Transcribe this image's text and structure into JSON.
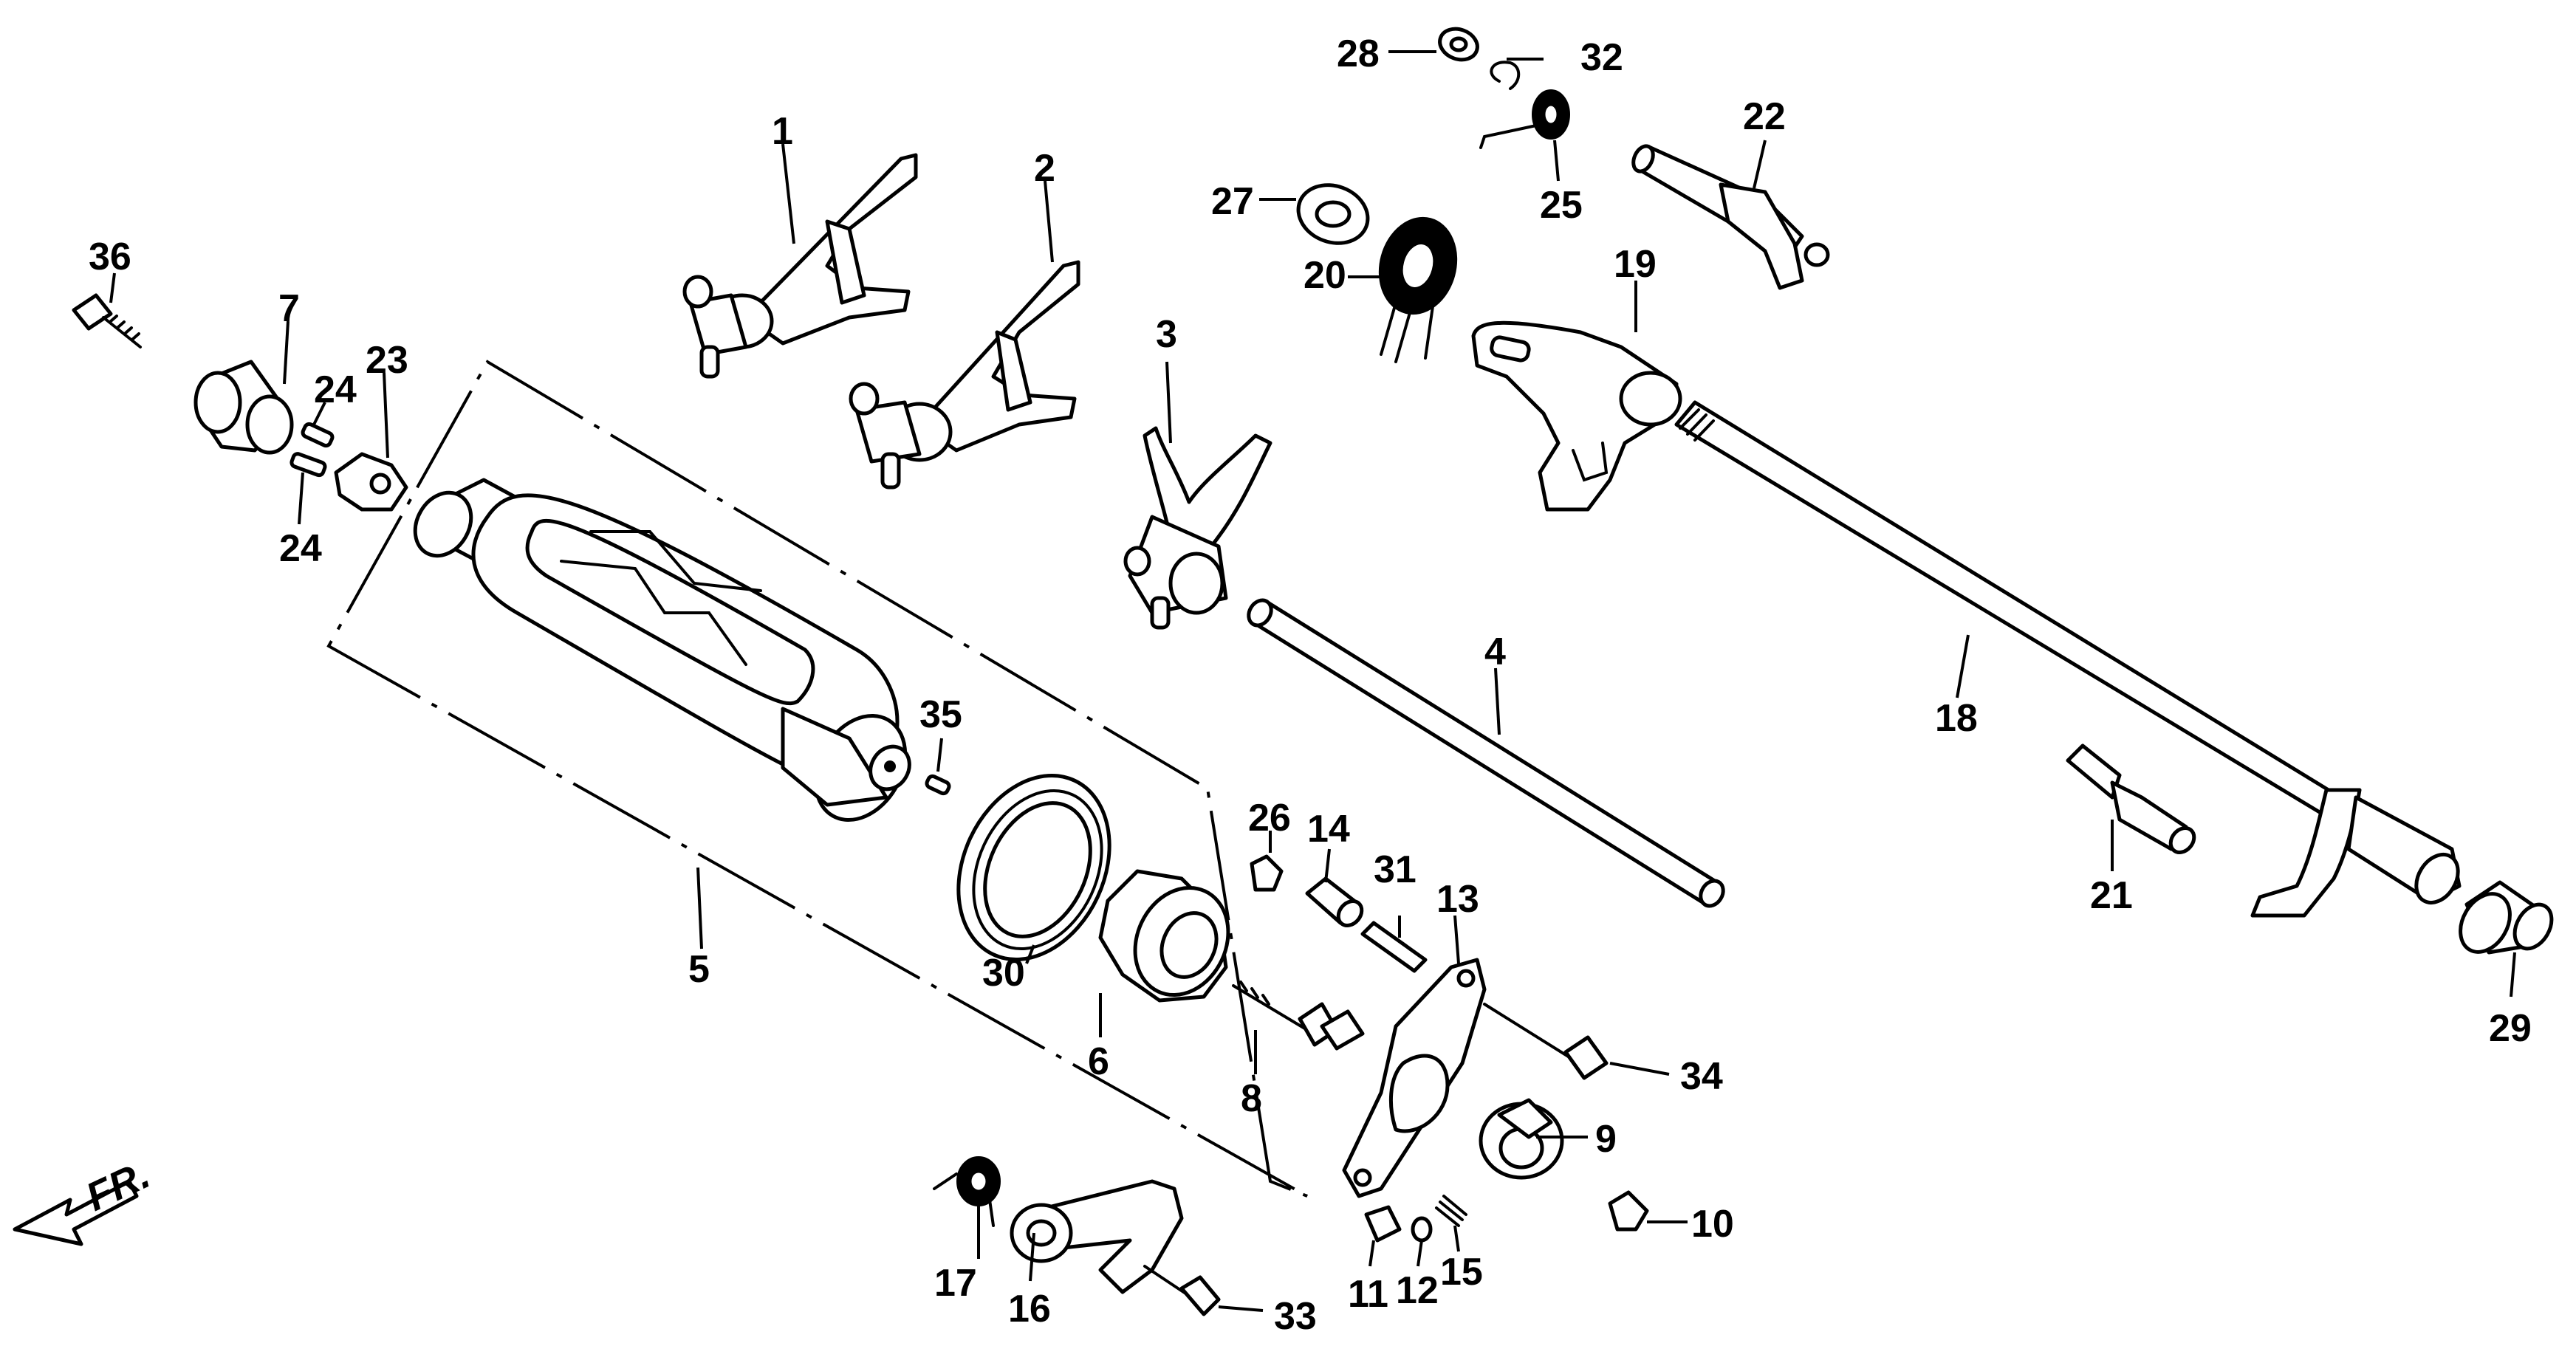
{
  "diagram": {
    "direction_label": "FR.",
    "callouts": [
      "1",
      "2",
      "3",
      "4",
      "5",
      "6",
      "7",
      "8",
      "9",
      "10",
      "11",
      "12",
      "13",
      "14",
      "15",
      "16",
      "17",
      "18",
      "19",
      "20",
      "21",
      "22",
      "23",
      "24",
      "24",
      "25",
      "26",
      "27",
      "28",
      "29",
      "30",
      "31",
      "32",
      "33",
      "34",
      "35",
      "36"
    ],
    "icons": [
      "front-direction-arrow-icon"
    ]
  }
}
